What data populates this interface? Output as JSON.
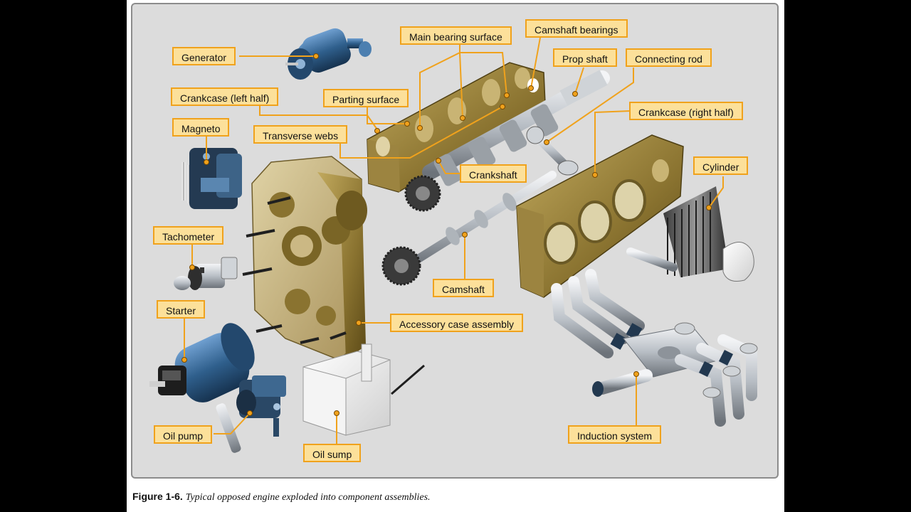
{
  "figure": {
    "caption_number": "Figure 1-6.",
    "caption_text": "Typical opposed engine exploded into component assemblies."
  },
  "labels": {
    "generator": "Generator",
    "crankcase_left": "Crankcase (left half)",
    "magneto": "Magneto",
    "tachometer": "Tachometer",
    "starter": "Starter",
    "oil_pump": "Oil pump",
    "oil_sump": "Oil sump",
    "main_bearing_surface": "Main bearing surface",
    "camshaft_bearings": "Camshaft bearings",
    "prop_shaft": "Prop shaft",
    "connecting_rod": "Connecting rod",
    "parting_surface": "Parting surface",
    "transverse_webs": "Transverse webs",
    "crankcase_right": "Crankcase (right half)",
    "crankshaft": "Crankshaft",
    "cylinder": "Cylinder",
    "camshaft": "Camshaft",
    "accessory_case": "Accessory case assembly",
    "induction_system": "Induction system"
  },
  "colors": {
    "callout_fill": "#fce09a",
    "callout_border": "#f0a21c",
    "crankcase_olive": "#8a7330",
    "accessory_blue": "#2f5f8c",
    "steel": "#b9bfc6",
    "background": "#dcdcdc"
  }
}
